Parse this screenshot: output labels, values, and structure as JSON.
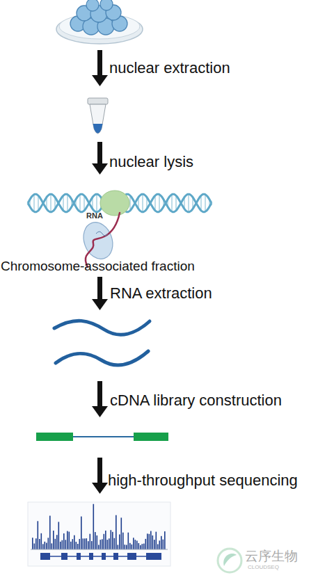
{
  "diagram": {
    "labels": [
      "nuclear extraction",
      "nuclear lysis",
      "RNA",
      "Chromosome-associated fraction",
      "RNA extraction",
      "cDNA library construction",
      "high-throughput sequencing",
      "云序生物",
      "CLOUDSEQ"
    ]
  }
}
